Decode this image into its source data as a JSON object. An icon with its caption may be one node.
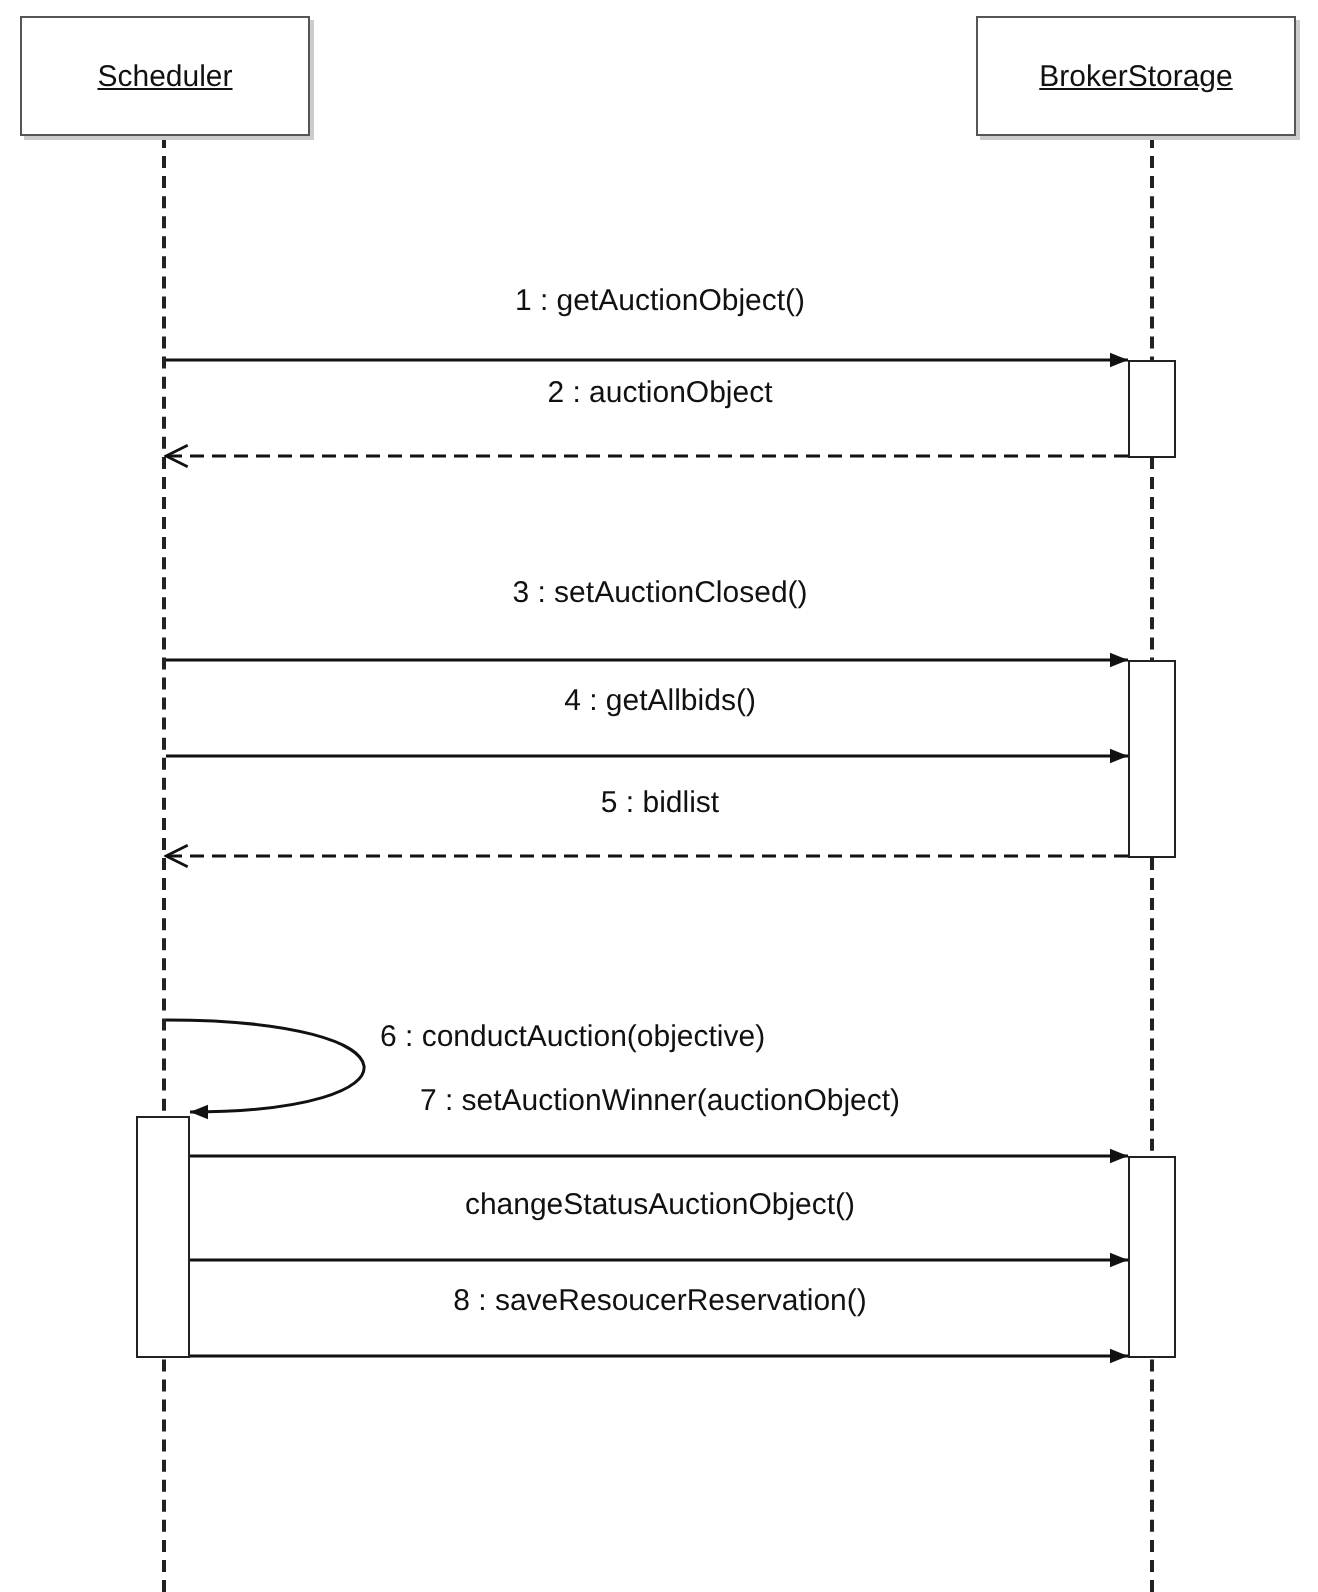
{
  "diagram": {
    "nodes": [
      {
        "text": [
          "Scheduler"
        ]
      },
      {
        "text": [
          "BrokerStorage"
        ]
      },
      {
        "text": [],
        "shape": "line"
      },
      {
        "text": [],
        "shape": "line"
      },
      {
        "text": [],
        "shape": "bar"
      },
      {
        "text": [],
        "shape": "bar"
      },
      {
        "text": [],
        "shape": "bar"
      },
      {
        "text": [],
        "shape": "bar"
      }
    ],
    "edges": [
      {
        "from": 2,
        "to": 4,
        "arrow": "to",
        "label": "1 : getAuctionObject()"
      },
      {
        "from": 4,
        "to": 2,
        "arrow": "to",
        "label": "2 : auctionObject",
        "style": "dashed"
      },
      {
        "from": 2,
        "to": 5,
        "arrow": "to",
        "label": "3 : setAuctionClosed()"
      },
      {
        "from": 2,
        "to": 5,
        "arrow": "to",
        "label": "4 : getAllbids()"
      },
      {
        "from": 5,
        "to": 2,
        "arrow": "to",
        "label": "5 : bidlist",
        "style": "dashed"
      },
      {
        "from": 2,
        "to": 6,
        "arrow": "to",
        "label": "6 : conductAuction(objective)"
      },
      {
        "from": 6,
        "to": 7,
        "arrow": "to",
        "label": "7 : setAuctionWinner(auctionObject)"
      },
      {
        "from": 6,
        "to": 7,
        "arrow": "to",
        "label": "changeStatusAuctionObject()"
      },
      {
        "from": 6,
        "to": 7,
        "arrow": "to",
        "label": "8 : saveResoucerReservation()"
      }
    ]
  }
}
